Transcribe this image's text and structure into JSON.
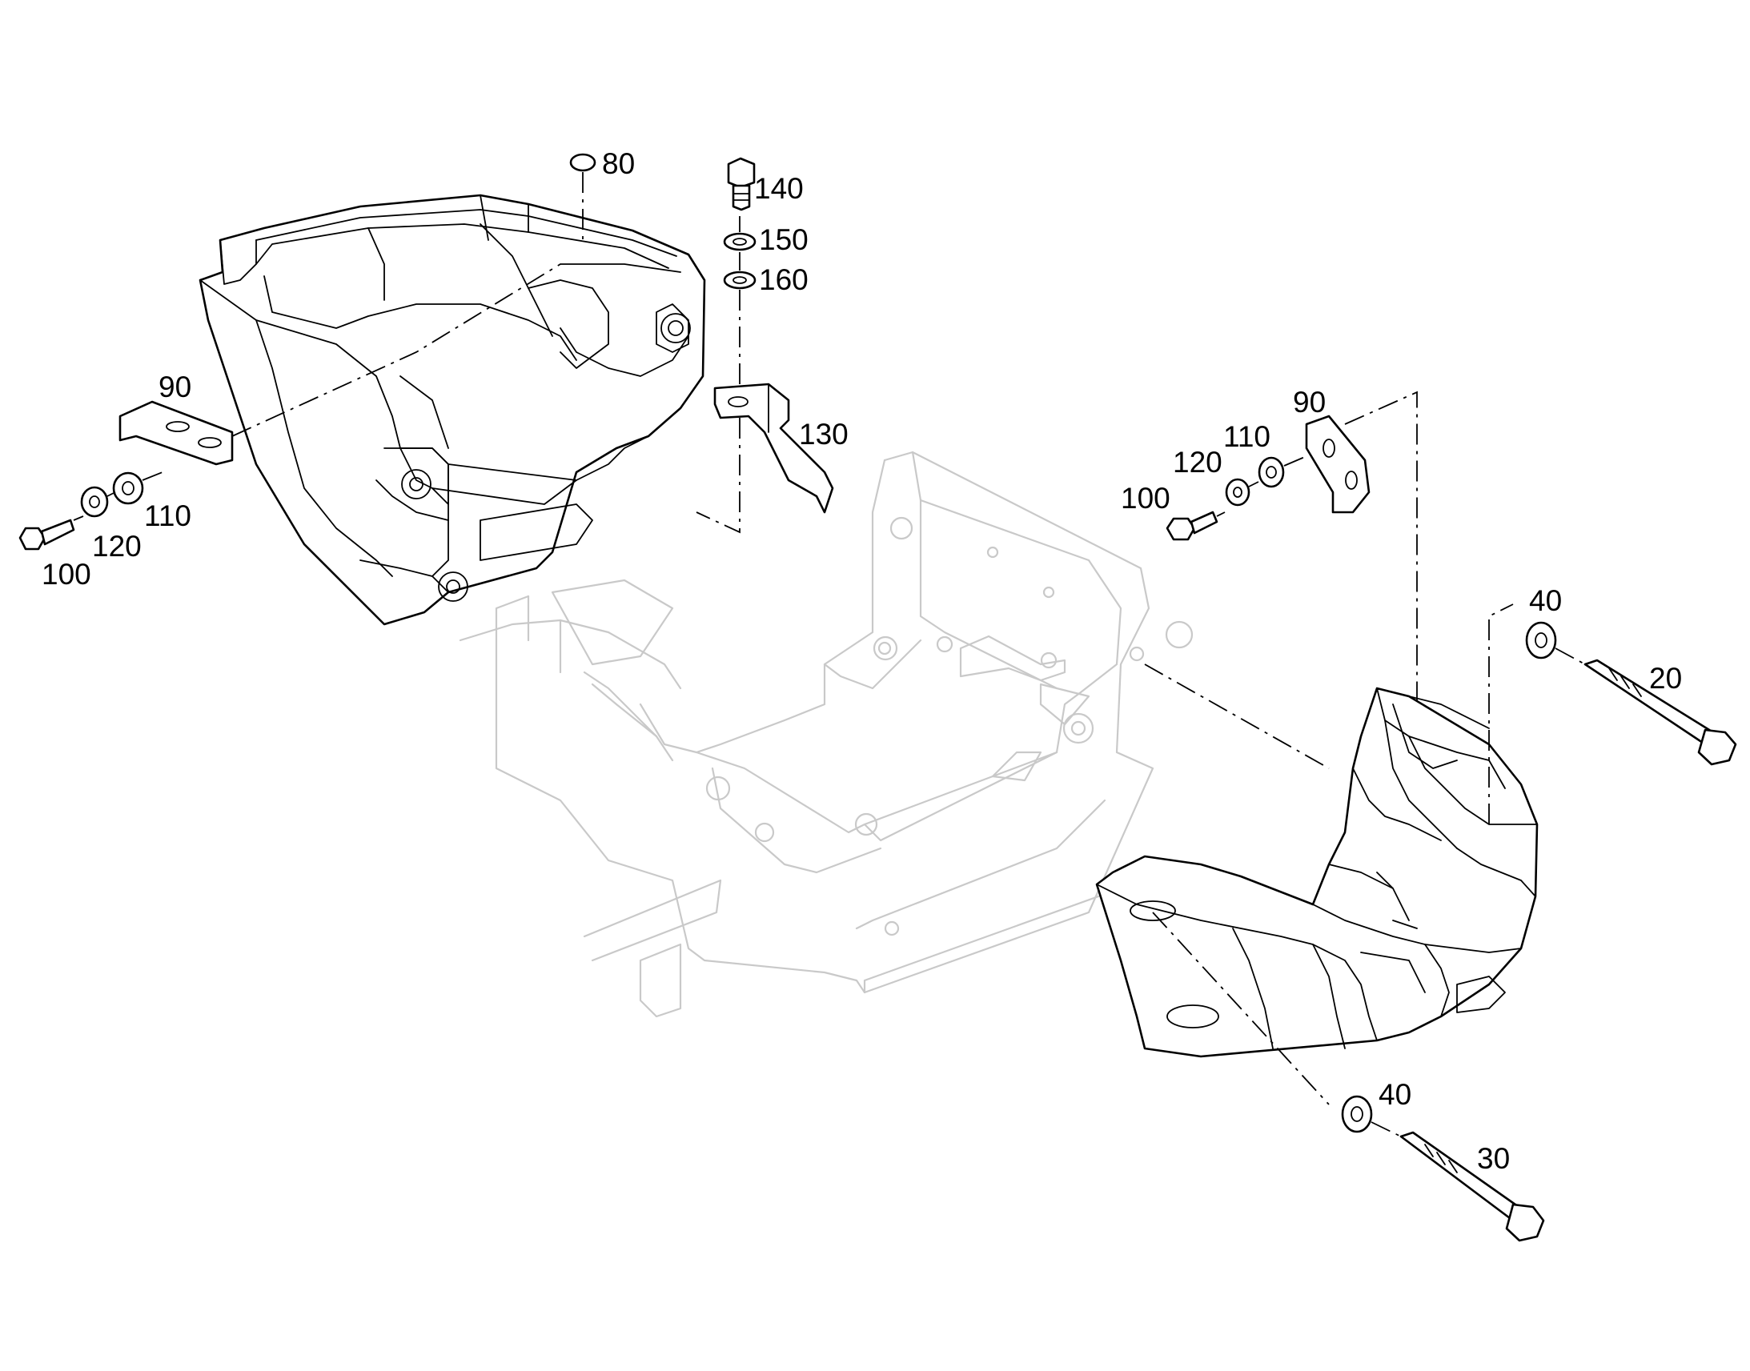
{
  "callouts": {
    "p80": "80",
    "p140": "140",
    "p150": "150",
    "p160": "160",
    "p130": "130",
    "p90_left": "90",
    "p110_left": "110",
    "p120_left": "120",
    "p100_left": "100",
    "p90_right": "90",
    "p110_right": "110",
    "p120_right": "120",
    "p100_right": "100",
    "p40_top": "40",
    "p20": "20",
    "p40_bottom": "40",
    "p30": "30"
  }
}
